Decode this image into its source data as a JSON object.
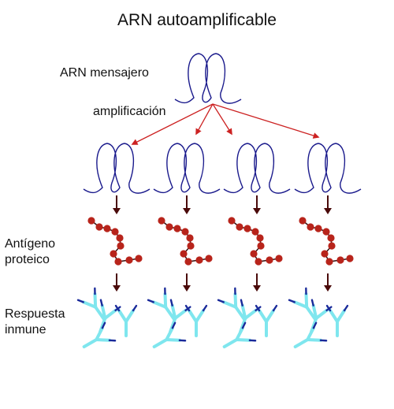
{
  "title": "ARN autoamplificable",
  "labels": {
    "mrna": "ARN mensajero",
    "amplification": "amplificación",
    "antigen_line1": "Antígeno",
    "antigen_line2": "proteico",
    "immune_line1": "Respuesta",
    "immune_line2": "inmune"
  },
  "colors": {
    "rna": "#1a1a8c",
    "amplification_arrow": "#cc2222",
    "step_arrow": "#4a0a0a",
    "antigen_bead": "#b8241b",
    "antigen_link": "#3a1010",
    "antibody_light": "#7fe6ee",
    "antibody_dark": "#1a2a9a"
  },
  "icons": {
    "rna": "rna-strand-icon",
    "antigen": "protein-antigen-icon",
    "antibody": "antibody-icon"
  }
}
